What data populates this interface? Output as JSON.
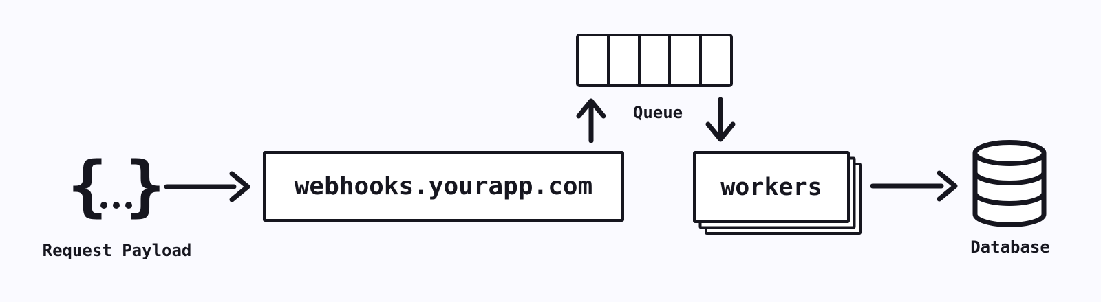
{
  "diagram": {
    "title": "webhook-ingestion-architecture",
    "colors": {
      "background": "#fafaff",
      "ink": "#16161f",
      "node_fill": "#ffffff"
    },
    "payload": {
      "icon": "json-braces-icon",
      "brace_open": "{",
      "brace_close": "}",
      "dot_count": 3,
      "label": "Request Payload"
    },
    "server": {
      "label": "webhooks.yourapp.com"
    },
    "queue": {
      "label": "Queue",
      "slot_count": 5
    },
    "workers": {
      "label": "workers",
      "stack_count": 3
    },
    "database": {
      "icon": "database-cylinder-icon",
      "segment_count": 3,
      "label": "Database"
    },
    "edges": [
      {
        "id": "payload-to-server",
        "from": "Request Payload",
        "to": "webhooks.yourapp.com",
        "direction": "right"
      },
      {
        "id": "server-to-queue",
        "from": "webhooks.yourapp.com",
        "to": "Queue",
        "direction": "up"
      },
      {
        "id": "queue-to-workers",
        "from": "Queue",
        "to": "workers",
        "direction": "down"
      },
      {
        "id": "workers-to-database",
        "from": "workers",
        "to": "Database",
        "direction": "right"
      }
    ]
  }
}
